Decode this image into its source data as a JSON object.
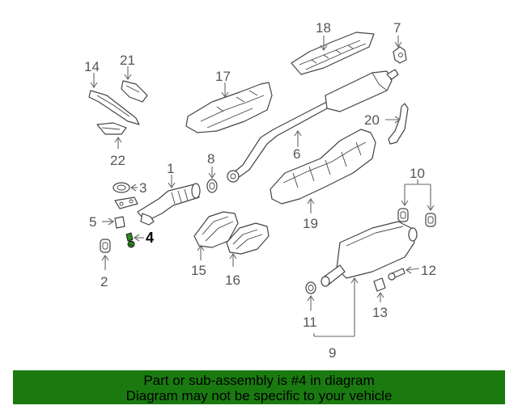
{
  "diagram": {
    "callouts": {
      "n1": "1",
      "n2": "2",
      "n3": "3",
      "n4": "4",
      "n5": "5",
      "n6": "6",
      "n7": "7",
      "n8": "8",
      "n9": "9",
      "n10": "10",
      "n11": "11",
      "n12": "12",
      "n13": "13",
      "n14": "14",
      "n15": "15",
      "n16": "16",
      "n17": "17",
      "n18": "18",
      "n19": "19",
      "n20": "20",
      "n21": "21",
      "n22": "22"
    },
    "highlighted_part": "4",
    "highlight_color": "#2e8b1e"
  },
  "banner": {
    "line1": "Part or sub-assembly is #4 in diagram",
    "line2": "Diagram may not be specific to your vehicle",
    "color": "#1a7a10"
  }
}
